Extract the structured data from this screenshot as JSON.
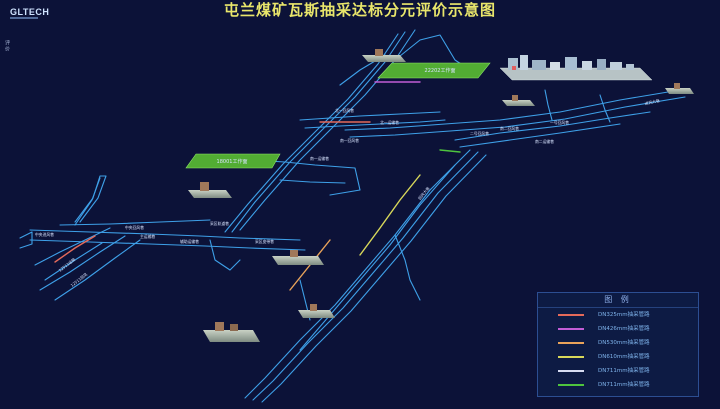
{
  "header": {
    "logo": "GLTECH",
    "title": "屯兰煤矿瓦斯抽采达标分元评价示意图",
    "side_label": "评价"
  },
  "work_faces": {
    "face_1": "22202工作面",
    "face_2": "18001工作面"
  },
  "tunnel_labels": [
    "北一回风巷",
    "北一运输巷",
    "南一回风巷",
    "南一运输巷",
    "南二回风巷",
    "南二运输巷",
    "一号回风巷",
    "二号回风巷",
    "主运输巷",
    "辅助运输巷",
    "中央回风巷",
    "中央进风巷",
    "12511运输",
    "12511回风",
    "采区轨道巷",
    "采区皮带巷",
    "回风大巷",
    "进风大巷"
  ],
  "legend": {
    "title": "图 例",
    "items": [
      {
        "label": "DN325mm抽采管路",
        "color": "#e46a5a"
      },
      {
        "label": "DN426mm抽采管路",
        "color": "#c25dd6"
      },
      {
        "label": "DN530mm抽采管路",
        "color": "#e9a35a"
      },
      {
        "label": "DN610mm抽采管路",
        "color": "#d8d85a"
      },
      {
        "label": "DN711mm抽采管路",
        "color": "#d7dcf2"
      },
      {
        "label": "DN711mm抽采管路",
        "color": "#4ec43e"
      }
    ]
  },
  "colors": {
    "background": "#0c1238",
    "tunnel": "#3ea0e8",
    "face_fill": "#52ad33",
    "title": "#e9e66b"
  }
}
